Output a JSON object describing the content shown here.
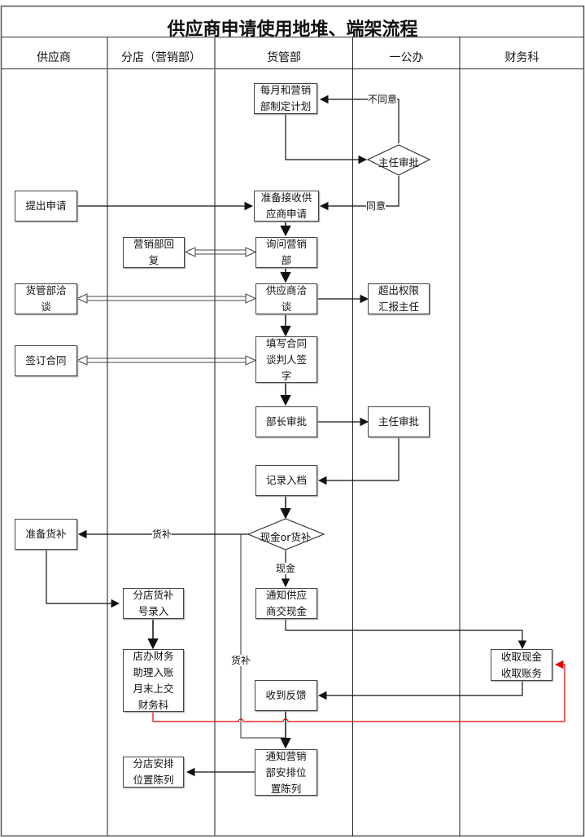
{
  "title": "供应商申请使用地堆、端架流程",
  "lanes": [
    "供应商",
    "分店（营销部）",
    "货管部",
    "一公办",
    "财务科"
  ],
  "nodes": {
    "plan": "每月和营销\n部制定计划",
    "director_decision": "主任审批",
    "submit": "提出申请",
    "prepare_receive": "准备接收供\n应商申请",
    "marketing_reply": "营销部回\n复",
    "ask_marketing": "询问营销\n部",
    "supplier_negotiate_left": "货管部洽\n谈",
    "supplier_negotiate": "供应商洽\n谈",
    "over_limit": "超出权限\n汇报主任",
    "sign_contract": "签订合同",
    "fill_contract": "填写合同\n谈判人签\n字",
    "minister_approve": "部长审批",
    "director_approve": "主任审批",
    "record": "记录入档",
    "cash_or_goods": "现金or货补",
    "prepare_goods": "准备货补",
    "branch_entry": "分店货补\n号录入",
    "notify_cash": "通知供应\n商交现金",
    "finance_entry": "店办财务\n助理入账\n月末上交\n财务科",
    "collect_cash": "收取现金\n收取账务",
    "feedback": "收到反馈",
    "notify_marketing": "通知营销\n部安排位\n置陈列",
    "branch_arrange": "分店安排\n位置陈列"
  },
  "edge_labels": {
    "disagree": "不同意",
    "agree": "同意",
    "goods": "货补",
    "cash": "现金",
    "goods2": "货补"
  },
  "colors": {
    "line": "#111111",
    "red_line": "#e00000",
    "lane_border": "#555555"
  }
}
